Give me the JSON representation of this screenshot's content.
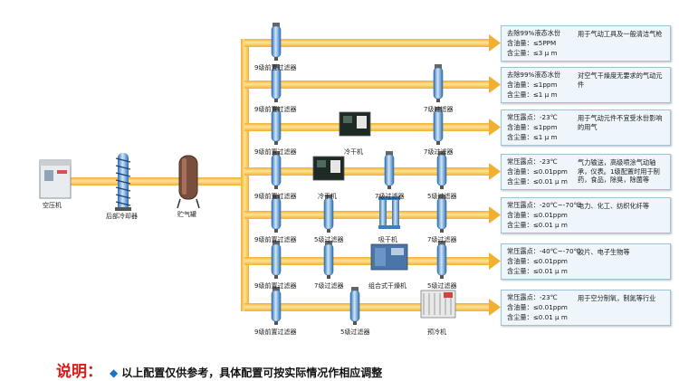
{
  "colors": {
    "pipe": "#f2b030",
    "pipe_light": "#fde39a",
    "filter": "#6aaee2",
    "filter_dark": "#2f6fae",
    "box_bg": "#eef6fb",
    "note_key": "#e01818"
  },
  "source": {
    "compressor": "空压机",
    "aftercooler": "后部冷却器",
    "tank": "贮气罐"
  },
  "lines": [
    {
      "components": [
        {
          "type": "filter",
          "label": "9级前置过滤器"
        }
      ],
      "specs": [
        "去除99%液态水份",
        "含油量：≤5PPM",
        "含尘量：≤3 μ m"
      ],
      "use": "用于气动工具及一般清洁气枪"
    },
    {
      "components": [
        {
          "type": "filter",
          "label": "9级前置过滤器"
        },
        {
          "type": "filter",
          "label": "7级过滤器"
        }
      ],
      "specs": [
        "去除99%液态水份",
        "含油量：≤1ppm",
        "含尘量：≤1 μ m"
      ],
      "use": "对空气干燥度无要求的气动元件"
    },
    {
      "components": [
        {
          "type": "filter",
          "label": "9级前置过滤器"
        },
        {
          "type": "dryer",
          "label": "冷干机"
        },
        {
          "type": "filter",
          "label": "7级过滤器"
        }
      ],
      "specs": [
        "常压露点：-23℃",
        "含油量：≤1ppm",
        "含尘量：≤1 μ m"
      ],
      "use": "用于气动元件不宜受水份影响的用气"
    },
    {
      "components": [
        {
          "type": "filter",
          "label": "9级前置过滤器"
        },
        {
          "type": "dryer",
          "label": "冷干机"
        },
        {
          "type": "filter",
          "label": "7级过滤器"
        },
        {
          "type": "filter",
          "label": "5级过滤器"
        }
      ],
      "specs": [
        "常压露点：-23℃",
        "含油量：≤0.01ppm",
        "含尘量：≤0.01 μ m"
      ],
      "use": "气力输送，高级喷涂气动轴承，仪表。1级配置时用于制药，食品，除臭，除菌等"
    },
    {
      "components": [
        {
          "type": "filter",
          "label": "9级前置过滤器"
        },
        {
          "type": "filter",
          "label": "5级过滤器"
        },
        {
          "type": "adsorb",
          "label": "吸干机"
        },
        {
          "type": "filter",
          "label": "7级过滤器"
        }
      ],
      "specs": [
        "常压露点：-20℃~-70℃",
        "含油量：≤0.01ppm",
        "含尘量：≤0.01 μ m"
      ],
      "use": "电力、化工、纺织化纤等"
    },
    {
      "components": [
        {
          "type": "filter",
          "label": "9级前置过滤器"
        },
        {
          "type": "filter",
          "label": "7级过滤器"
        },
        {
          "type": "combo",
          "label": "组合式干燥机"
        },
        {
          "type": "filter",
          "label": "5级过滤器"
        }
      ],
      "specs": [
        "常压露点：-40℃~-70℃",
        "含油量：≤0.01ppm",
        "含尘量：≤0.01 μ m"
      ],
      "use": "胶片、电子生物等"
    },
    {
      "components": [
        {
          "type": "filter",
          "label": "9级前置过滤器"
        },
        {
          "type": "filter",
          "label": "5级过滤器"
        },
        {
          "type": "precool",
          "label": "预冷机"
        }
      ],
      "specs": [
        "常压露点：-23℃",
        "含油量：≤0.01ppm",
        "含尘量：≤0.01 μ m"
      ],
      "use": "用于空分制氧，制氮等行业"
    }
  ],
  "note": {
    "key": "说明：",
    "text": "以上配置仅供参考，具体配置可按实际情况作相应调整"
  }
}
